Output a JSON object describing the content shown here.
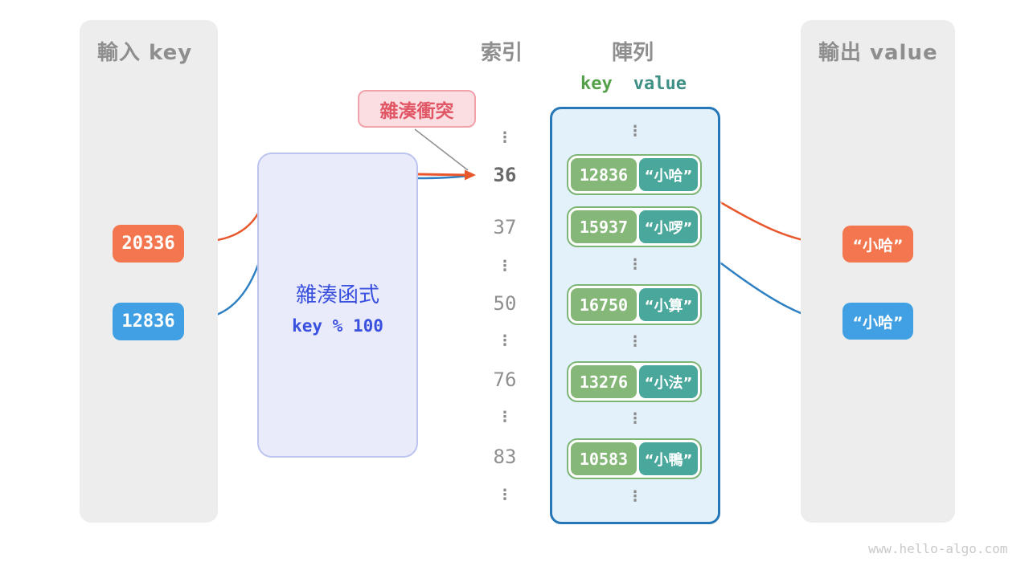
{
  "input_panel": {
    "title": "輸入 key",
    "keys": [
      {
        "value": "20336",
        "color": "#f3764e"
      },
      {
        "value": "12836",
        "color": "#41a0e3"
      }
    ]
  },
  "hash_box": {
    "title": "雜湊函式",
    "formula": "key % 100"
  },
  "collision_label": "雜湊衝突",
  "index_column": {
    "title": "索引",
    "items": [
      "⋮",
      "36",
      "37",
      "⋮",
      "50",
      "⋮",
      "76",
      "⋮",
      "83",
      "⋮"
    ],
    "highlighted": "36"
  },
  "array_column": {
    "title": "陣列",
    "key_header": "key",
    "value_header": "value",
    "ellipsis": "⋮",
    "rows": [
      {
        "key": "12836",
        "value": "“小哈”"
      },
      {
        "key": "15937",
        "value": "“小啰”"
      },
      {
        "key": "16750",
        "value": "“小算”"
      },
      {
        "key": "13276",
        "value": "“小法”"
      },
      {
        "key": "10583",
        "value": "“小鴨”"
      }
    ]
  },
  "output_panel": {
    "title": "輸出 value",
    "values": [
      {
        "text": "“小哈”",
        "color": "#f3764e"
      },
      {
        "text": "“小哈”",
        "color": "#41a0e3"
      }
    ]
  },
  "watermark": "www.hello-algo.com",
  "colors": {
    "orange_arrow": "#e8562c",
    "blue_arrow": "#2e80c2",
    "faded_orange": "#f2b5a0",
    "faded_blue": "#abcfec",
    "panel_bg": "#ededed",
    "array_border": "#2577b8",
    "array_bg": "#e3f1fb",
    "key_box": "#85b878",
    "value_box": "#49a89b",
    "hash_text": "#3a50de",
    "collision_text": "#e15766"
  }
}
